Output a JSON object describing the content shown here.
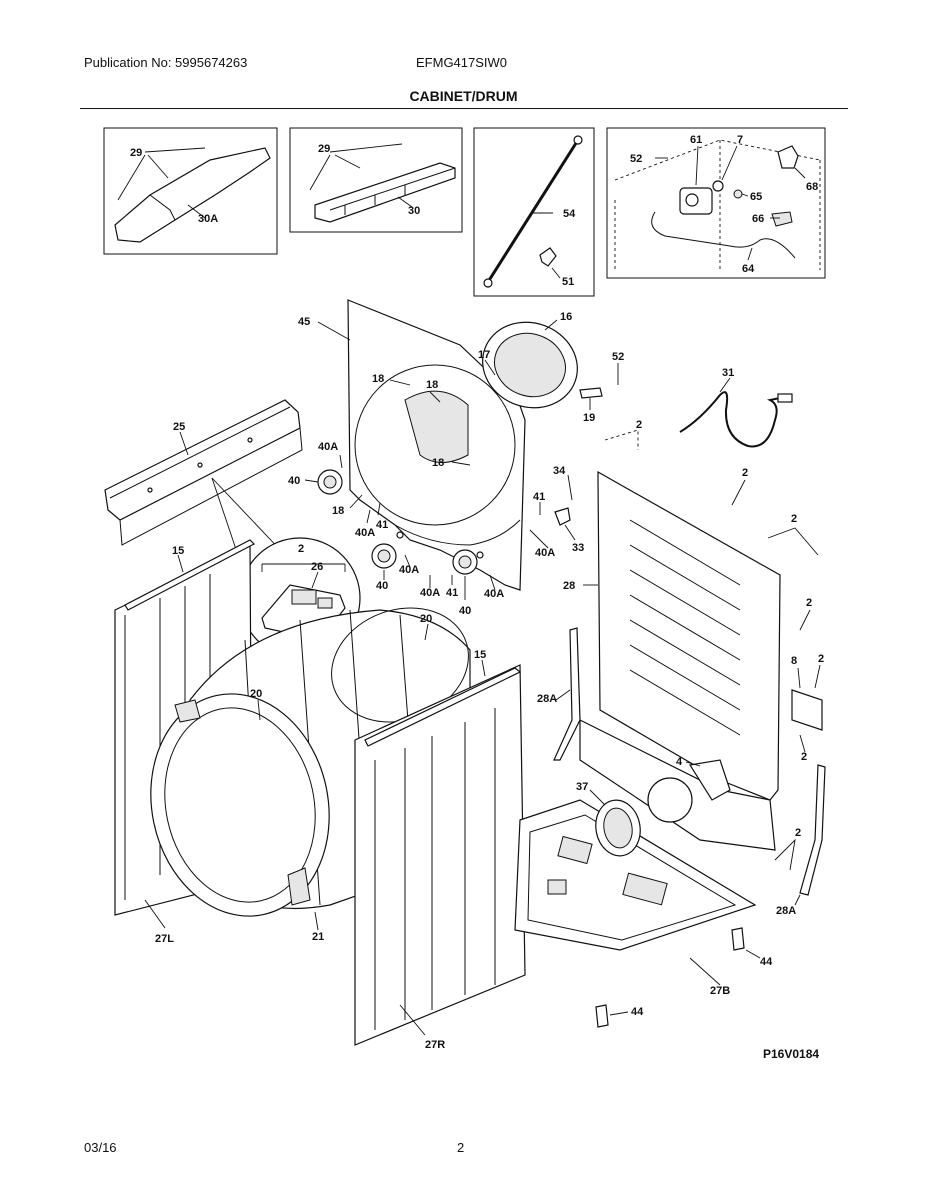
{
  "header": {
    "publication": "Publication No: 5995674263",
    "model": "EFMG417SIW0",
    "title": "CABINET/DRUM"
  },
  "footer": {
    "date": "03/16",
    "page": "2"
  },
  "diagram_code": "P16V0184",
  "callouts": {
    "c29a": "29",
    "c30A": "30A",
    "c29b": "29",
    "c30": "30",
    "c54": "54",
    "c51": "51",
    "c52a": "52",
    "c61": "61",
    "c7": "7",
    "c68": "68",
    "c65": "65",
    "c66": "66",
    "c64": "64",
    "c45": "45",
    "c16": "16",
    "c17": "17",
    "c18a": "18",
    "c18b": "18",
    "c18c": "18",
    "c18d": "18",
    "c52b": "52",
    "c19": "19",
    "c31": "31",
    "c25": "25",
    "c40Aa": "40A",
    "c40a": "40",
    "c41a": "41",
    "c40Ab": "40A",
    "c34": "34",
    "c41b": "41",
    "c33": "33",
    "c40Ac": "40A",
    "c40b": "40",
    "c40Ad": "40A",
    "c40Ae": "40A",
    "c41c": "41",
    "c40c": "40",
    "c40Af": "40A",
    "c2a": "2",
    "c2b": "2",
    "c2c": "2",
    "c2d": "2",
    "c2e": "2",
    "c2f": "2",
    "c2g": "2",
    "c2h": "2",
    "c26": "26",
    "c15a": "15",
    "c15b": "15",
    "c20a": "20",
    "c20b": "20",
    "c28": "28",
    "c28Aa": "28A",
    "c8": "8",
    "c4": "4",
    "c37": "37",
    "c28Ab": "28A",
    "c27L": "27L",
    "c21": "21",
    "c44a": "44",
    "c27B": "27B",
    "c44b": "44",
    "c27R": "27R"
  }
}
